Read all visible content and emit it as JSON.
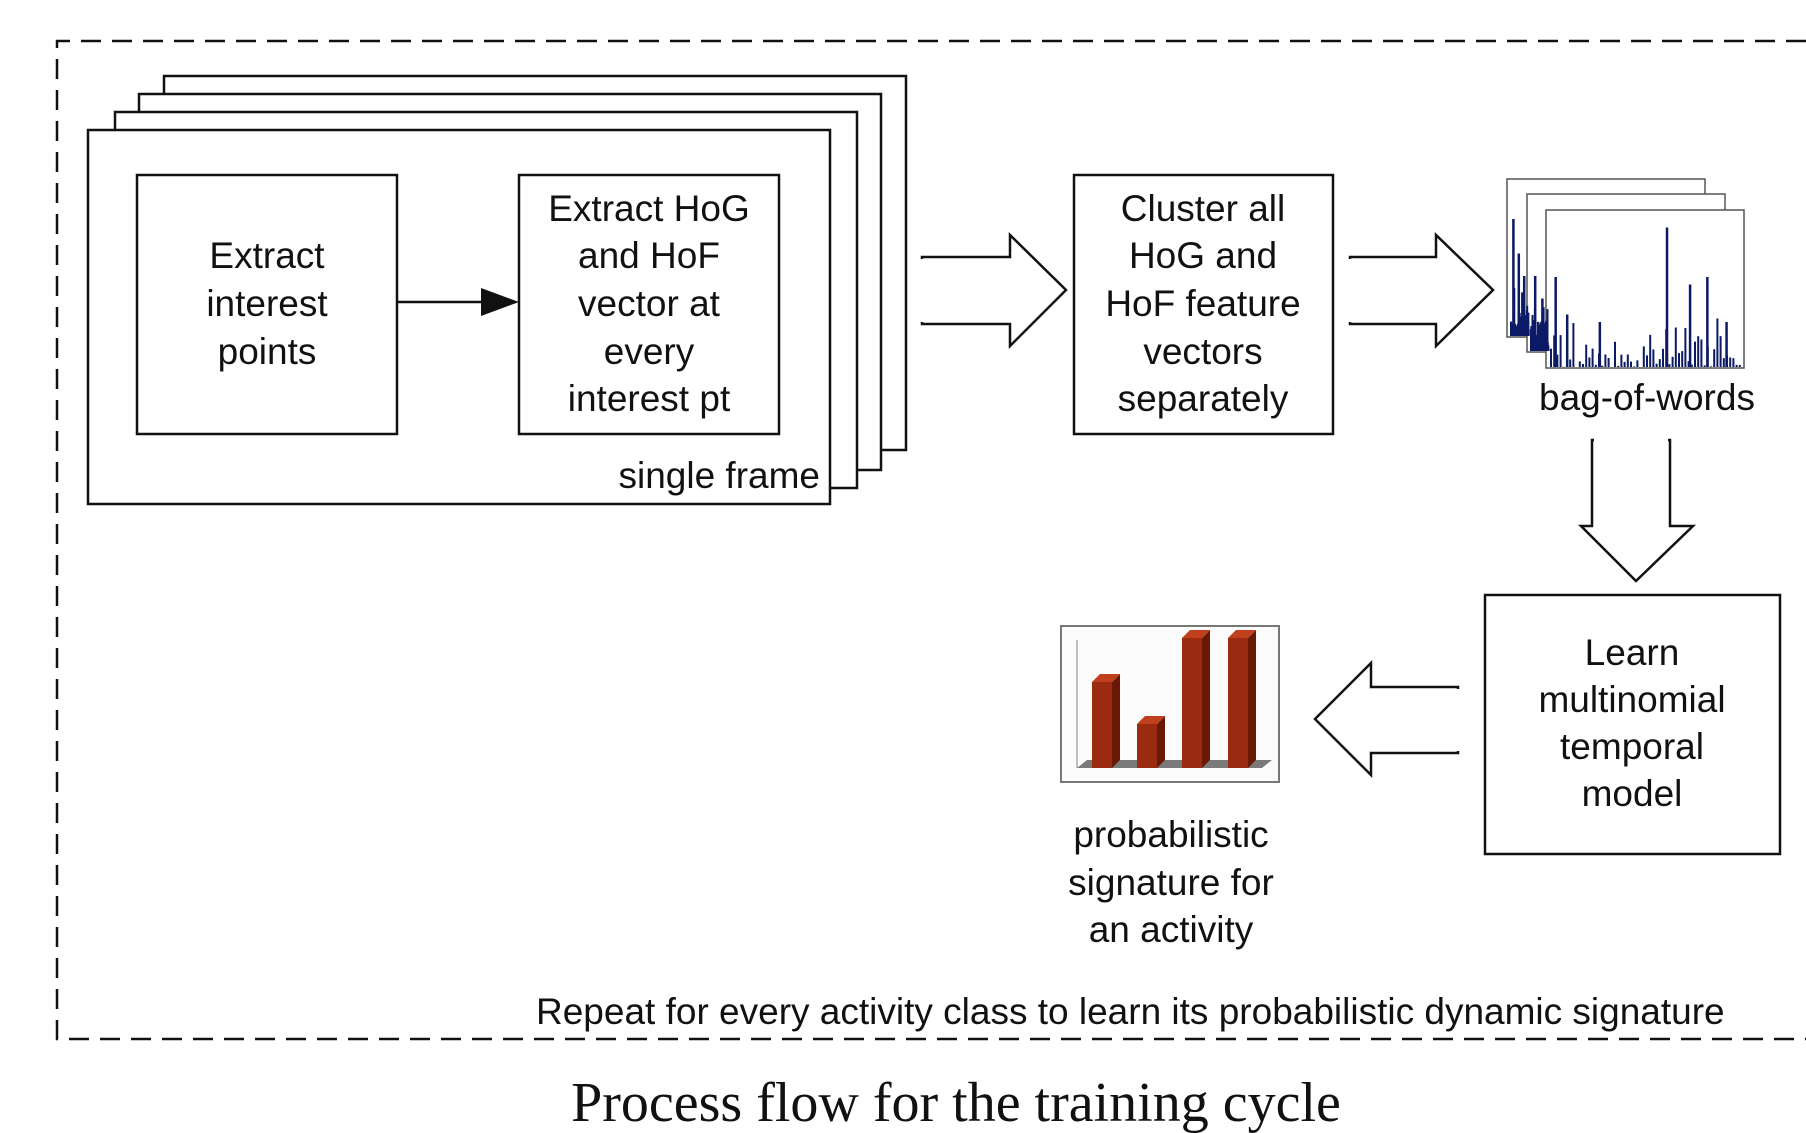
{
  "boxes": {
    "extract_points": [
      "Extract",
      "interest",
      "points"
    ],
    "extract_hog": [
      "Extract HoG",
      "and HoF",
      "vector at",
      "every",
      "interest pt"
    ],
    "cluster": [
      "Cluster all",
      "HoG and",
      "HoF feature",
      "vectors",
      "separately"
    ],
    "learn": [
      "Learn",
      "multinomial",
      "temporal",
      "model"
    ]
  },
  "labels": {
    "single_frame": "single frame",
    "bag_of_words": "bag-of-words",
    "probabilistic": [
      "probabilistic",
      "signature for",
      "an activity"
    ],
    "repeat": "Repeat for every activity class to learn its probabilistic dynamic signature"
  },
  "caption": "Process flow for the training cycle",
  "colors": {
    "line": "#111111",
    "histogram": "#0c1a66",
    "bar": "#9a2a10",
    "bar_top": "#c0401e",
    "bar_side": "#6a1806"
  },
  "icons": {
    "bag_of_words": "histogram-stack-icon",
    "signature": "3d-bar-chart-icon"
  }
}
